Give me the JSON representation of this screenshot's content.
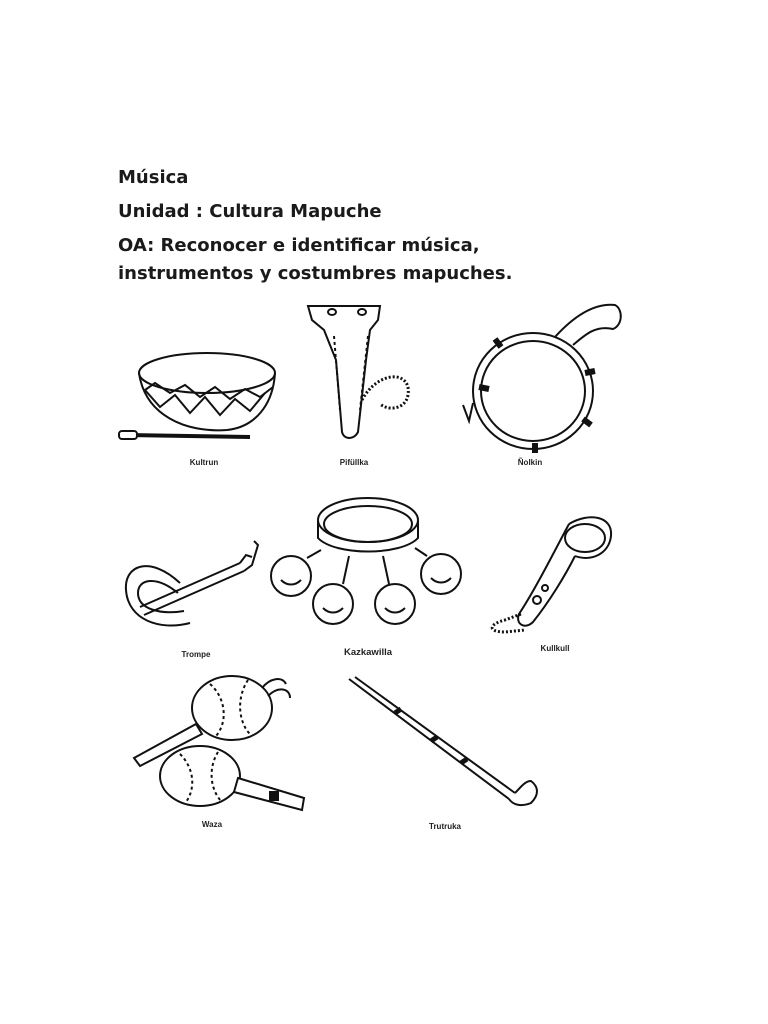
{
  "header": {
    "subject": "Música",
    "unit": "Unidad : Cultura Mapuche",
    "objective": "OA: Reconocer e identificar música, instrumentos y costumbres mapuches."
  },
  "instruments": [
    {
      "name": "Kultrun",
      "icon": "kultrun-drum-icon"
    },
    {
      "name": "Pifüllka",
      "icon": "pifullka-flute-icon"
    },
    {
      "name": "Ñolkin",
      "icon": "nolkin-horn-icon"
    },
    {
      "name": "Trompe",
      "icon": "trompe-jaw-harp-icon"
    },
    {
      "name": "Kazkawilla",
      "icon": "kazkawilla-bells-icon"
    },
    {
      "name": "Kullkull",
      "icon": "kullkull-horn-icon"
    },
    {
      "name": "Waza",
      "icon": "waza-rattles-icon"
    },
    {
      "name": "Trutruka",
      "icon": "trutruka-trumpet-icon"
    }
  ]
}
